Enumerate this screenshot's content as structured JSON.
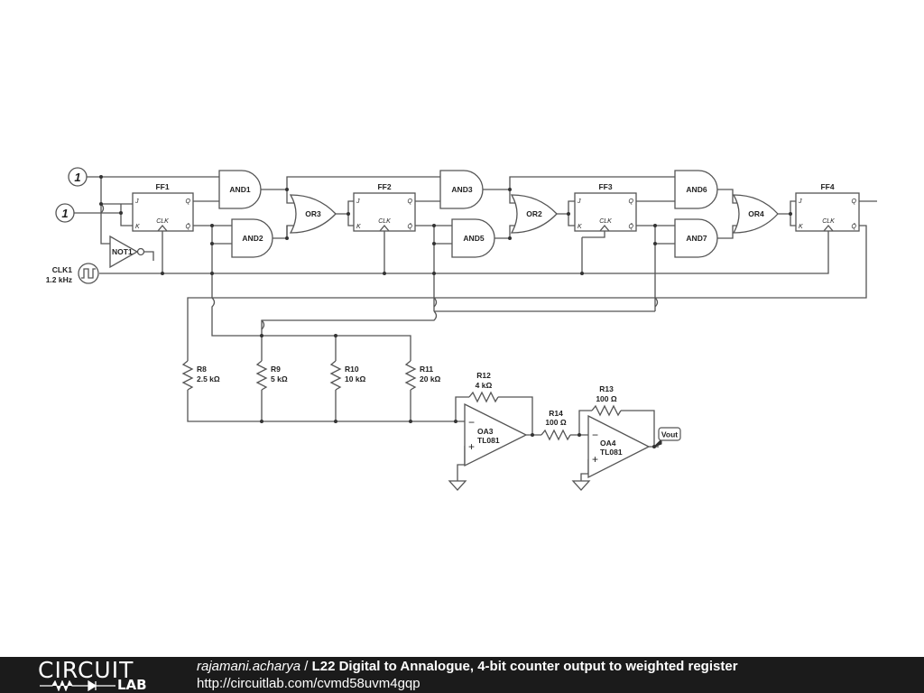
{
  "schematic": {
    "sources": {
      "one_top": "1",
      "one_bottom": "1"
    },
    "clock": {
      "name": "CLK1",
      "freq": "1.2 kHz"
    },
    "flipflops": [
      {
        "name": "FF1"
      },
      {
        "name": "FF2"
      },
      {
        "name": "FF3"
      },
      {
        "name": "FF4"
      }
    ],
    "ff_pins": {
      "j": "J",
      "k": "K",
      "q": "Q",
      "qbar": "Q̄",
      "clk": "CLK"
    },
    "gates": {
      "and1": "AND1",
      "and2": "AND2",
      "and3": "AND3",
      "and5": "AND5",
      "and6": "AND6",
      "and7": "AND7",
      "or2": "OR2",
      "or3": "OR3",
      "or4": "OR4",
      "not1": "NOT1"
    },
    "resistors": {
      "r8": {
        "name": "R8",
        "value": "2.5 kΩ"
      },
      "r9": {
        "name": "R9",
        "value": "5 kΩ"
      },
      "r10": {
        "name": "R10",
        "value": "10 kΩ"
      },
      "r11": {
        "name": "R11",
        "value": "20 kΩ"
      },
      "r12": {
        "name": "R12",
        "value": "4 kΩ"
      },
      "r13": {
        "name": "R13",
        "value": "100 Ω"
      },
      "r14": {
        "name": "R14",
        "value": "100 Ω"
      }
    },
    "opamps": {
      "oa3": {
        "name": "OA3",
        "part": "TL081"
      },
      "oa4": {
        "name": "OA4",
        "part": "TL081"
      },
      "minus": "−",
      "plus": "+"
    },
    "output": "Vout"
  },
  "footer": {
    "logo_top": "CIRCUIT",
    "logo_bottom": "LAB",
    "author": "rajamani.acharya",
    "separator": " / ",
    "title": "L22 Digital to Annalogue, 4-bit counter output to weighted register",
    "url": "http://circuitlab.com/cvmd58uvm4gqp"
  },
  "colors": {
    "wire": "#555555",
    "footer_bg": "#1b1b1b",
    "footer_text": "#ffffff"
  }
}
